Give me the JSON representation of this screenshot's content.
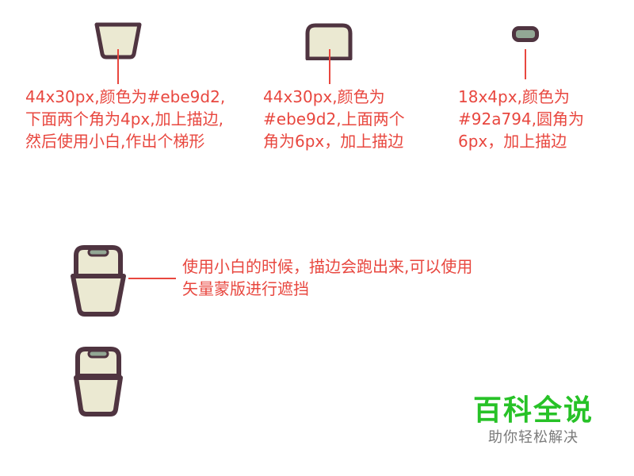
{
  "notes": {
    "trapezoid": "44x30px,颜色为#ebe9d2,下面两个角为4px,加上描边,然后使用小白,作出个梯形",
    "top_round": "44x30px,颜色为#ebe9d2,上面两个角为6px，加上描边",
    "small_rect": "18x4px,颜色为#92a794,圆角为6px，加上描边",
    "mask_tip": "使用小白的时候，描边会跑出来,可以使用矢量蒙版进行遮挡"
  },
  "brand": {
    "title": "百科全说",
    "subtitle": "助你轻松解决"
  },
  "colors": {
    "fill": "#ebe9d2",
    "stroke": "#4f3440",
    "accent_grey": "#92a794",
    "annotation_red": "#e8473f",
    "brand_green": "#27c227"
  }
}
